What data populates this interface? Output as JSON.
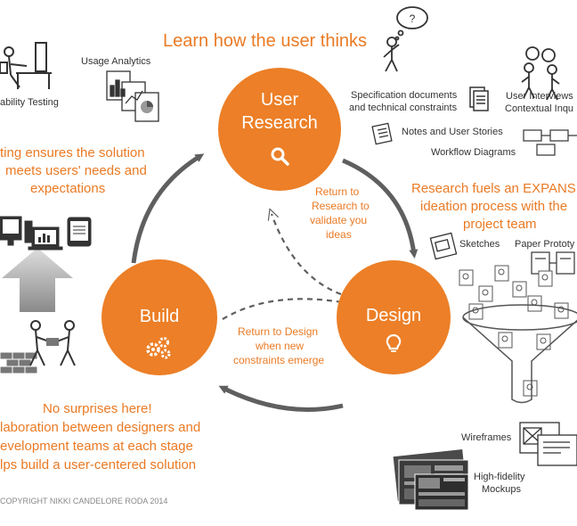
{
  "colors": {
    "accent": "#ec7f27",
    "accent_text": "#ea7a24",
    "arrow": "#5f5f5f",
    "text": "#333333"
  },
  "header": {
    "title": "Learn how the user thinks"
  },
  "circles": {
    "research": {
      "line1": "User",
      "line2": "Research",
      "icon": "search-icon"
    },
    "design": {
      "label": "Design",
      "icon": "lightbulb-icon"
    },
    "build": {
      "label": "Build",
      "icon": "gears-icon"
    }
  },
  "arrow_labels": {
    "return_research": [
      "Return to",
      "Research to",
      "validate you",
      "ideas"
    ],
    "return_design": [
      "Return to Design",
      "when new",
      "constraints emerge"
    ]
  },
  "left": {
    "usability_testing": "ability Testing",
    "usage_analytics": "Usage Analytics",
    "testing_statement": [
      "ting ensures the solution",
      "meets users' needs and",
      "expectations"
    ],
    "collab_statement": [
      "No surprises here!",
      "laboration between designers and",
      "evelopment teams at each stage",
      "lps build a user-centered solution"
    ]
  },
  "right": {
    "spec_docs": [
      "Specification documents",
      "and technical constraints"
    ],
    "user_interviews": [
      "User Interviews",
      "Contextual Inqu"
    ],
    "notes": "Notes and User Stories",
    "workflow": "Workflow Diagrams",
    "research_statement": [
      "Research fuels an EXPANSI",
      "ideation process with the",
      "project team"
    ],
    "sketches": "Sketches",
    "paper_prototypes": "Paper Prototy",
    "wireframes": "Wireframes",
    "hifi": [
      "High-fidelity",
      "Mockups"
    ]
  },
  "footer": {
    "copyright": "COPYRIGHT NIKKI CANDELORE RODA 2014"
  }
}
